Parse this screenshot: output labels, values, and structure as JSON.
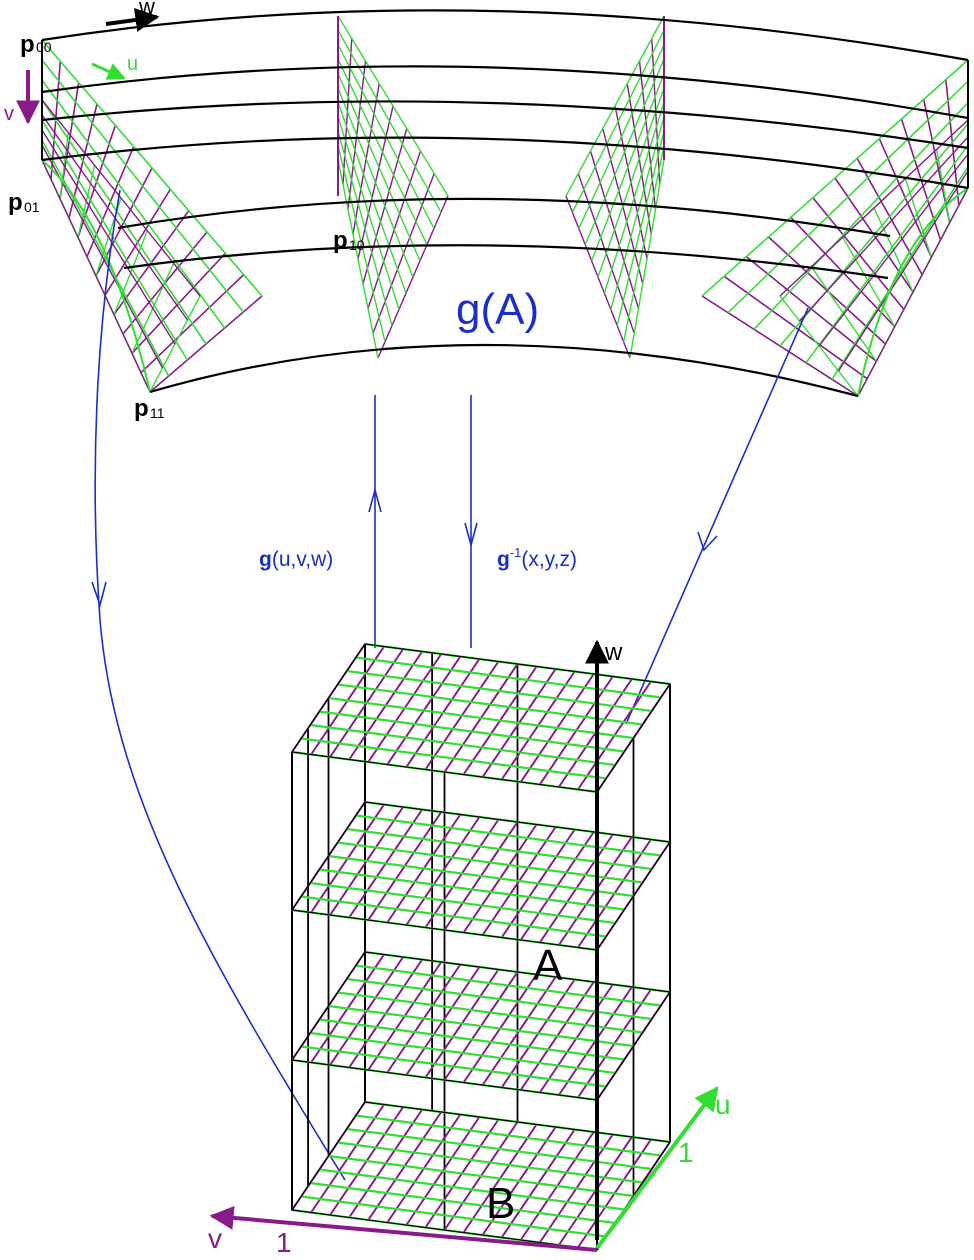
{
  "colors": {
    "black": "#000000",
    "green": "#33dd33",
    "purple": "#8a1a8a",
    "blue": "#1a2fc8"
  },
  "top": {
    "corner_p00_base": "p",
    "corner_p00_sub": "00",
    "corner_p01_base": "p",
    "corner_p01_sub": "01",
    "corner_p10_base": "p",
    "corner_p10_sub": "10",
    "corner_p11_base": "p",
    "corner_p11_sub": "11",
    "axis_w": "w",
    "axis_u": "u",
    "axis_v": "v",
    "region_label": "g(A)"
  },
  "maps": {
    "forward_bold": "g",
    "forward_args": "(u,v,w)",
    "inverse_bold": "g",
    "inverse_sup": "-1",
    "inverse_args": "(x,y,z)"
  },
  "bottom": {
    "axis_w": "w",
    "axis_u": "u",
    "axis_v": "v",
    "tick_u": "1",
    "tick_v": "1",
    "region_A": "A",
    "region_B": "B"
  }
}
